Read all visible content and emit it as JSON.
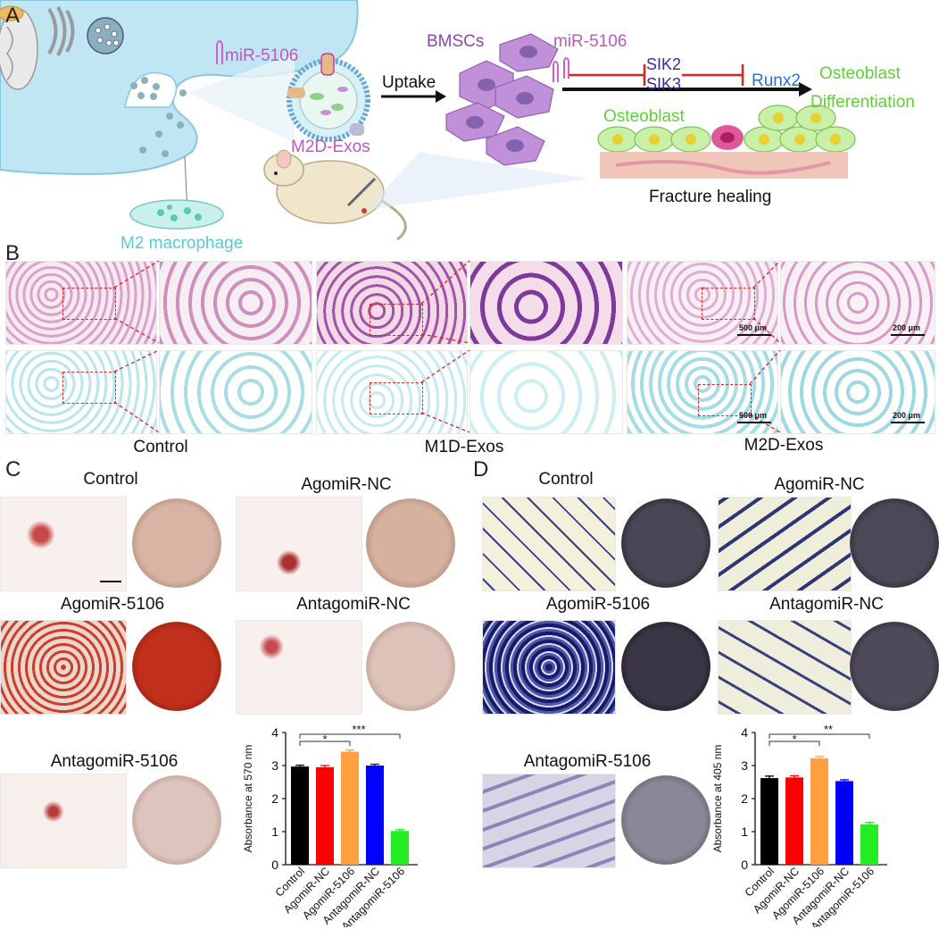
{
  "figure": {
    "panel_labels": {
      "a": "A",
      "b": "B",
      "c": "C",
      "d": "D"
    }
  },
  "panelA": {
    "mirna_label": "miR-5106",
    "exo_label": "M2D-Exos",
    "uptake_label": "Uptake",
    "bmsc_label": "BMSCs",
    "mirna_label2": "miR-5106",
    "sik2_label": "SIK2",
    "sik3_label": "SIK3",
    "runx2_label": "Runx2",
    "osteoblast_label": "Osteoblast",
    "differentiation_label": "Differentiation",
    "osteoblast_cells_label": "Osteoblast",
    "fracture_label": "Fracture healing",
    "macrophage_label": "M2 macrophage"
  },
  "panelB": {
    "groups": [
      "Control",
      "M1D-Exos",
      "M2D-Exos"
    ],
    "scale_500": "500 μm",
    "scale_200": "200 μm",
    "scale_500b": "500 μm",
    "scale_200b": "200 μm"
  },
  "panelC": {
    "conditions": [
      "Control",
      "AgomiR-NC",
      "AgomiR-5106",
      "AntagomiR-NC",
      "AntagomiR-5106"
    ]
  },
  "panelD": {
    "conditions": [
      "Control",
      "AgomiR-NC",
      "AgomiR-5106",
      "AntagomiR-NC",
      "AntagomiR-5106"
    ]
  },
  "colors": {
    "control": "#000000",
    "agomir_nc": "#ff0000",
    "agomir_5106": "#ffa040",
    "antagomir_nc": "#0000ff",
    "antagomir_5106": "#22ee22",
    "alizarin": "#c0392b",
    "alp": "#2a2a7a",
    "he_pink": "#e6b3d3",
    "fast_green": "#c7eef2"
  },
  "chart_data": [
    {
      "type": "bar",
      "panel": "C",
      "categories": [
        "Control",
        "AgomiR-NC",
        "AgomiR-5106",
        "AntagomiR-NC",
        "AntagomiR-5106"
      ],
      "values": [
        2.97,
        2.95,
        3.42,
        3.0,
        1.02
      ],
      "errors": [
        0.04,
        0.05,
        0.05,
        0.04,
        0.04
      ],
      "ylabel": "Absorbance at 570 nm",
      "ylim": [
        0,
        4
      ],
      "yticks": [
        "0",
        "1",
        "2",
        "3",
        "4"
      ],
      "significance": [
        "*",
        "***"
      ]
    },
    {
      "type": "bar",
      "panel": "D",
      "categories": [
        "Control",
        "AgomiR-NC",
        "AgomiR-5106",
        "AntagomiR-NC",
        "AntagomiR-5106"
      ],
      "values": [
        2.62,
        2.64,
        3.22,
        2.53,
        1.22
      ],
      "errors": [
        0.06,
        0.05,
        0.05,
        0.04,
        0.06
      ],
      "ylabel": "Absorbance at 405 nm",
      "ylim": [
        0,
        4
      ],
      "yticks": [
        "0",
        "1",
        "2",
        "3",
        "4"
      ],
      "significance": [
        "*",
        "**"
      ]
    }
  ]
}
